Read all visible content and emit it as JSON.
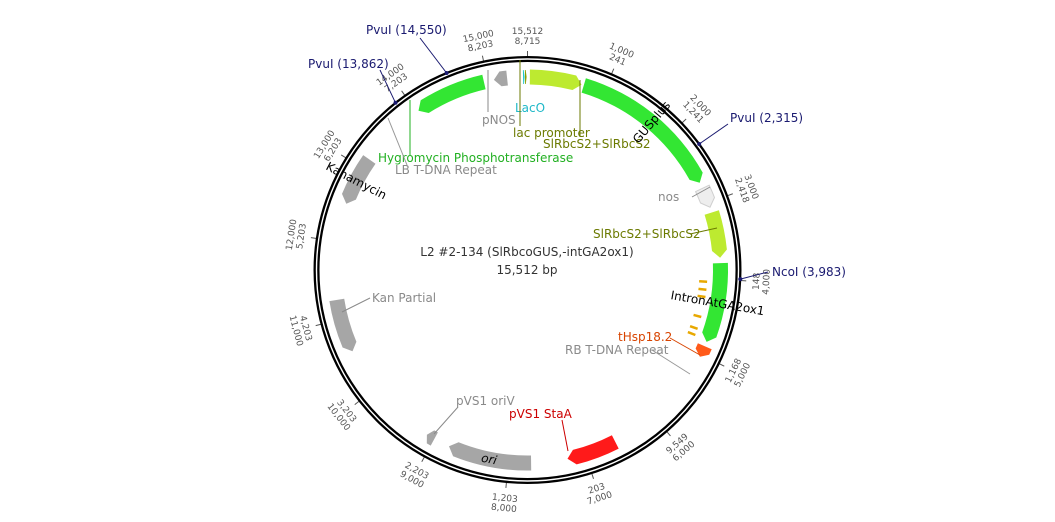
{
  "plasmid": {
    "name": "L2 #2-134 (SlRbcoGUS,-intGA2ox1)",
    "length_label": "15,512 bp",
    "length_bp": 15512
  },
  "ticks": [
    {
      "bp": 0,
      "a": "15,512",
      "b": "8,715"
    },
    {
      "bp": 1000,
      "a": "1,000",
      "b": "241"
    },
    {
      "bp": 2000,
      "a": "2,000",
      "b": "1,241"
    },
    {
      "bp": 3000,
      "a": "3,000",
      "b": "2,418"
    },
    {
      "bp": 4000,
      "a": "4,000",
      "b": "148"
    },
    {
      "bp": 5000,
      "a": "5,000",
      "b": "1,168"
    },
    {
      "bp": 6000,
      "a": "6,000",
      "b": "9,549"
    },
    {
      "bp": 7000,
      "a": "7,000",
      "b": "203"
    },
    {
      "bp": 8000,
      "a": "8,000",
      "b": "1,203"
    },
    {
      "bp": 9000,
      "a": "9,000",
      "b": "2,203"
    },
    {
      "bp": 10000,
      "a": "10,000",
      "b": "3,203"
    },
    {
      "bp": 11000,
      "a": "11,000",
      "b": "4,203"
    },
    {
      "bp": 12000,
      "a": "12,000",
      "b": "5,203"
    },
    {
      "bp": 13000,
      "a": "13,000",
      "b": "6,203"
    },
    {
      "bp": 14000,
      "a": "14,000",
      "b": "7,203"
    },
    {
      "bp": 15000,
      "a": "15,000",
      "b": "8,203"
    }
  ],
  "features": [
    {
      "id": "hygromycin",
      "label": "Hygromycin Phosphotransferase",
      "start": 14030,
      "end": 14950,
      "dir": -1,
      "color": "#33e633",
      "label_color": "#22b022"
    },
    {
      "id": "pnos",
      "label": "pNOS",
      "start": 15080,
      "end": 15250,
      "dir": -1,
      "color": "#a6a6a6",
      "label_color": "#8a8a8a"
    },
    {
      "id": "laco",
      "label": "LacO",
      "start": 15455,
      "end": 15475,
      "dir": 1,
      "color": "#22c8c8",
      "label_color": "#1fb8c8"
    },
    {
      "id": "lac-promoter",
      "label": "lac promoter",
      "start": 15480,
      "end": 15500,
      "dir": 1,
      "color": "#8aa000",
      "label_color": "#6b7a00"
    },
    {
      "id": "slrbcs2-a",
      "label": "SlRbcS2+SlRbcS2",
      "start": 30,
      "end": 700,
      "dir": 1,
      "color": "#bdea30",
      "label_color": "#6b7a00"
    },
    {
      "id": "gusplus",
      "label": "GUSplus",
      "start": 730,
      "end": 2720,
      "dir": 1,
      "color": "#33e633",
      "label_color": "#000"
    },
    {
      "id": "nos",
      "label": "nos",
      "start": 2800,
      "end": 3060,
      "dir": 1,
      "color": "#eeeeee",
      "label_color": "#8a8a8a"
    },
    {
      "id": "slrbcs2-b",
      "label": "SlRbcS2+SlRbcS2",
      "start": 3130,
      "end": 3720,
      "dir": 1,
      "color": "#bdea30",
      "label_color": "#6b7a00"
    },
    {
      "id": "intron-atga2ox1",
      "label": "IntronAtGA2ox1",
      "start": 3790,
      "end": 4820,
      "dir": 1,
      "color": "#33e633",
      "label_color": "#000"
    },
    {
      "id": "thsp18",
      "label": "tHsp18.2",
      "start": 4880,
      "end": 5030,
      "dir": 1,
      "color": "#ff5a1a",
      "label_color": "#d84400"
    },
    {
      "id": "kanamycin",
      "label": "Kanamycin",
      "start": 12500,
      "end": 13140,
      "dir": -1,
      "color": "#a6a6a6",
      "label_color": "#000"
    },
    {
      "id": "kan-partial",
      "label": "Kan Partial",
      "start": 10560,
      "end": 11250,
      "dir": -1,
      "color": "#a6a6a6",
      "label_color": "#8a8a8a"
    },
    {
      "id": "pvs1-oriv",
      "label": "pVS1 oriV",
      "start": 9000,
      "end": 9110,
      "dir": 1,
      "color": "#a6a6a6",
      "label_color": "#8a8a8a"
    },
    {
      "id": "ori",
      "label": "ori",
      "start": 7710,
      "end": 8790,
      "dir": 1,
      "color": "#a6a6a6",
      "label_color": "#000"
    },
    {
      "id": "pvs1-staa",
      "label": "pVS1 StaA",
      "start": 6590,
      "end": 7240,
      "dir": 1,
      "color": "#ff1a1a",
      "label_color": "#cc0000"
    }
  ],
  "repeats": [
    {
      "id": "lb",
      "label": "LB T-DNA Repeat",
      "bp": 13680
    },
    {
      "id": "rb",
      "label": "RB T-DNA Repeat",
      "bp": 5280
    }
  ],
  "primers": [
    4040,
    4150,
    4250,
    4530,
    4700,
    4790
  ],
  "sites": [
    {
      "label": "PvuI (14,550)",
      "bp": 14550
    },
    {
      "label": "PvuI (13,862)",
      "bp": 13862
    },
    {
      "label": "PvuI (2,315)",
      "bp": 2315
    },
    {
      "label": "NcoI (3,983)",
      "bp": 3983
    }
  ]
}
